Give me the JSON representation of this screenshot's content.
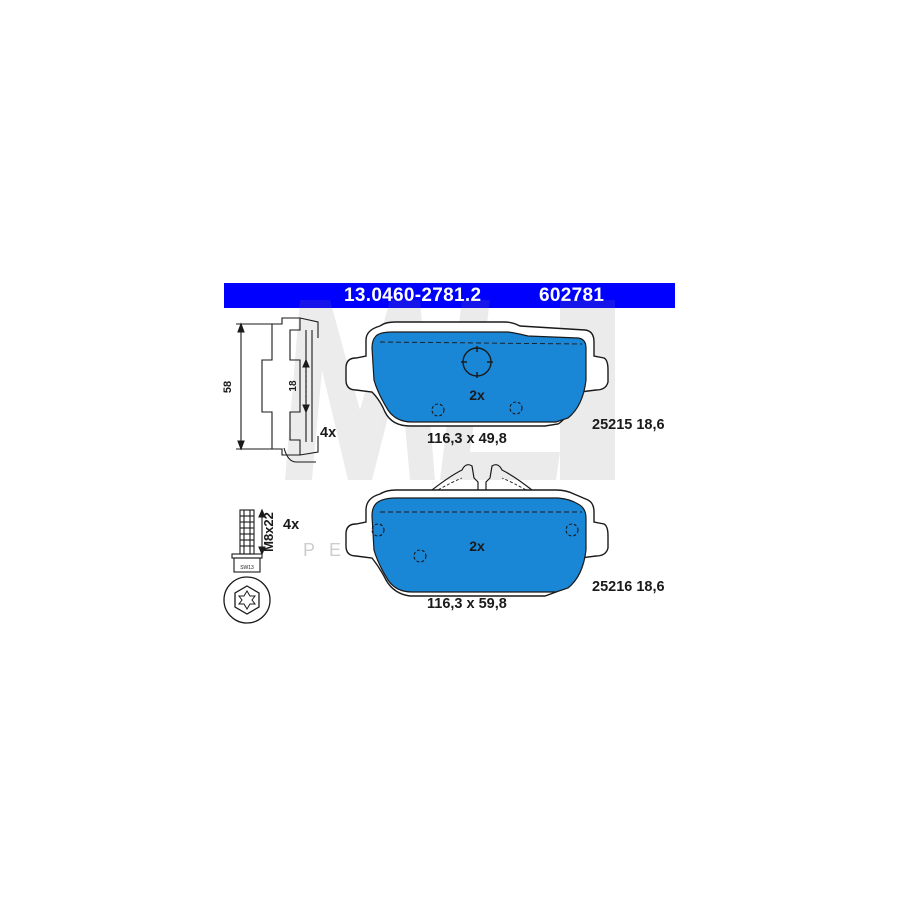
{
  "header": {
    "part_number": "13.0460-2781.2",
    "article_number": "602781"
  },
  "pad_top": {
    "quantity": "2x",
    "dimensions": "116,3 x 49,8",
    "wva_thickness": "25215 18,6"
  },
  "pad_bottom": {
    "quantity": "2x",
    "dimensions": "116,3 x 59,8",
    "wva_thickness": "25216 18,6"
  },
  "clip": {
    "quantity": "4x",
    "height_dim": "58",
    "inner_dim": "18"
  },
  "bolt": {
    "quantity": "4x",
    "thread_size": "M8x22",
    "wrench_label": "SW13"
  },
  "watermark": {
    "tagline": "PERFORMANCE"
  },
  "colors": {
    "header_blue": "#0000ff",
    "pad_blue": "#1a86d6",
    "line": "#1a1a1a"
  }
}
